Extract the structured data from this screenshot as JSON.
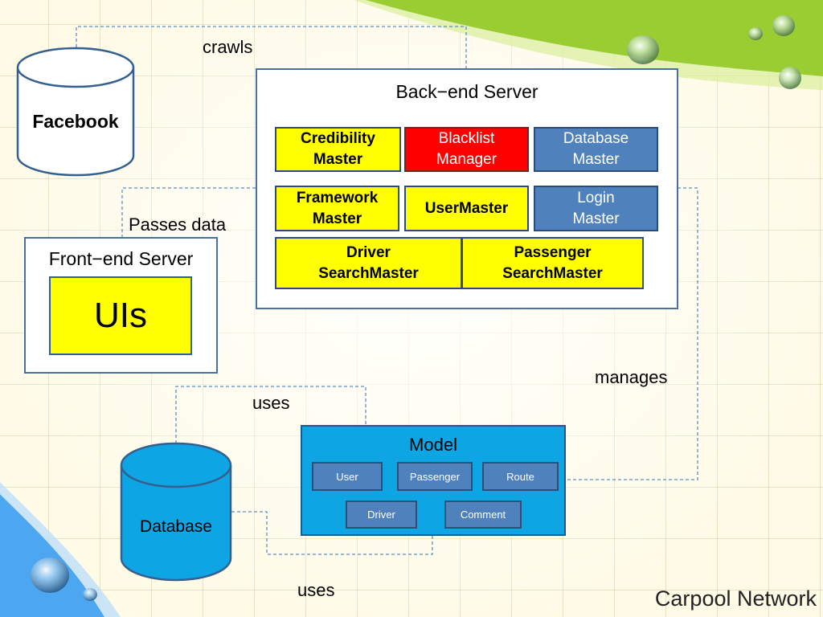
{
  "labels": {
    "crawls": "crawls",
    "passes_data": "Passes data",
    "manages": "manages",
    "uses_top": "uses",
    "uses_bottom": "uses"
  },
  "facebook": {
    "label": "Facebook"
  },
  "frontend": {
    "title": "Front−end Server",
    "uis": "UIs"
  },
  "backend": {
    "title": "Back−end Server",
    "modules": {
      "credibility_l1": "Credibility",
      "credibility_l2": "Master",
      "blacklist_l1": "Blacklist",
      "blacklist_l2": "Manager",
      "database_l1": "Database",
      "database_l2": "Master",
      "framework_l1": "Framework",
      "framework_l2": "Master",
      "usermaster": "UserMaster",
      "login_l1": "Login",
      "login_l2": "Master",
      "driver_l1": "Driver",
      "driver_l2": "SearchMaster",
      "passenger_l1": "Passenger",
      "passenger_l2": "SearchMaster"
    }
  },
  "model": {
    "title": "Model",
    "items": {
      "user": "User",
      "passenger": "Passenger",
      "route": "Route",
      "driver": "Driver",
      "comment": "Comment"
    }
  },
  "database": {
    "label": "Database"
  },
  "footer": {
    "title": "Carpool Network"
  },
  "colors": {
    "module_yellow": "#ffff00",
    "module_red": "#ff0000",
    "module_blue": "#4f81bd",
    "model_blue": "#0ea5e4",
    "database_blue": "#0ea5e4",
    "slide_green": "#9acd32",
    "slide_sky": "#4da6f0"
  }
}
